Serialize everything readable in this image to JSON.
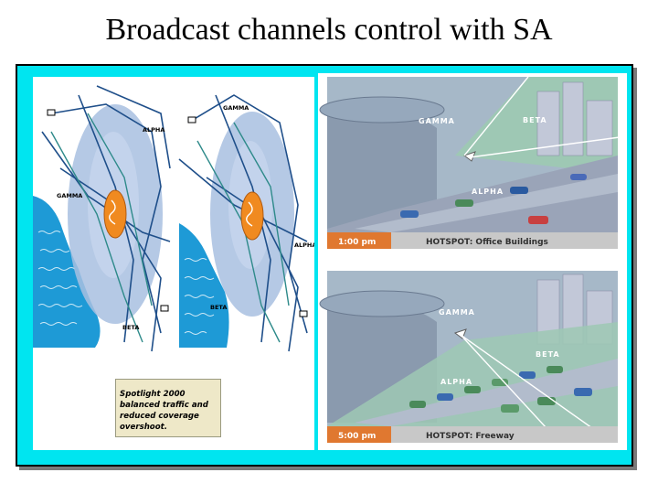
{
  "slide": {
    "title": "Broadcast channels control with SA"
  },
  "left_figure": {
    "map_labels": {
      "gamma": "GAMMA",
      "alpha": "ALPHA",
      "beta": "BETA"
    },
    "caption": "Spotlight 2000 balanced traffic and reduced coverage overshoot."
  },
  "scenes": [
    {
      "time": "1:00 pm",
      "hotspot": "HOTSPOT: Office Buildings",
      "labels": {
        "gamma": "GAMMA",
        "beta": "BETA",
        "alpha": "ALPHA"
      }
    },
    {
      "time": "5:00 pm",
      "hotspot": "HOTSPOT: Freeway",
      "labels": {
        "gamma": "GAMMA",
        "beta": "BETA",
        "alpha": "ALPHA"
      }
    }
  ],
  "colors": {
    "frame": "#00e5f0",
    "time_bar": "#e07830",
    "hotspot_bar": "#c8c8c8",
    "map_coverage": "#a8c0e0",
    "water": "#1e9ad6",
    "antenna_body": "#f08a20"
  }
}
